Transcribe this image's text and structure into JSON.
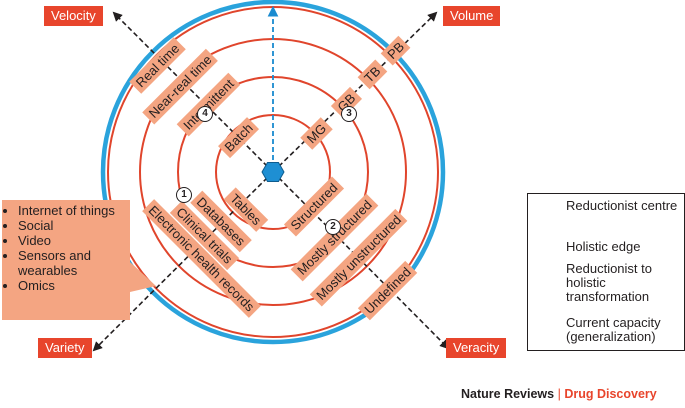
{
  "corners": {
    "velocity": "Velocity",
    "volume": "Volume",
    "variety": "Variety",
    "veracity": "Veracity"
  },
  "velocity_labels": [
    "Real time",
    "Near-real time",
    "Intermittent",
    "Batch"
  ],
  "volume_labels": [
    "PB",
    "TB",
    "GB",
    "MG"
  ],
  "variety_labels": [
    "Tables",
    "Databases",
    "Clinical trials",
    "Electronic health records"
  ],
  "veracity_labels": [
    "Structured",
    "Mostly structured",
    "Mostly unstructured",
    "Undefined"
  ],
  "badges": [
    "1",
    "2",
    "3",
    "4"
  ],
  "callout_items": [
    "Internet of things",
    "Social",
    "Video",
    "Sensors and wearables",
    "Omics"
  ],
  "legend": {
    "reductionist_centre": "Reductionist centre",
    "holistic_edge": "Holistic edge",
    "transformation": "Reductionist to holistic transformation",
    "current_capacity": "Current capacity (generalization)"
  },
  "footer": {
    "journal": "Nature Reviews",
    "separator": "|",
    "subject": "Drug Discovery"
  },
  "colors": {
    "ring_red": "#e0452c",
    "outer_blue": "#2aa3dc",
    "label_fill": "#f4a582",
    "corner_fill": "#e8452c",
    "arrow_dark": "#231f20",
    "arrow_blue": "#1a8bd0",
    "hexagon": "#1e8fd3"
  }
}
